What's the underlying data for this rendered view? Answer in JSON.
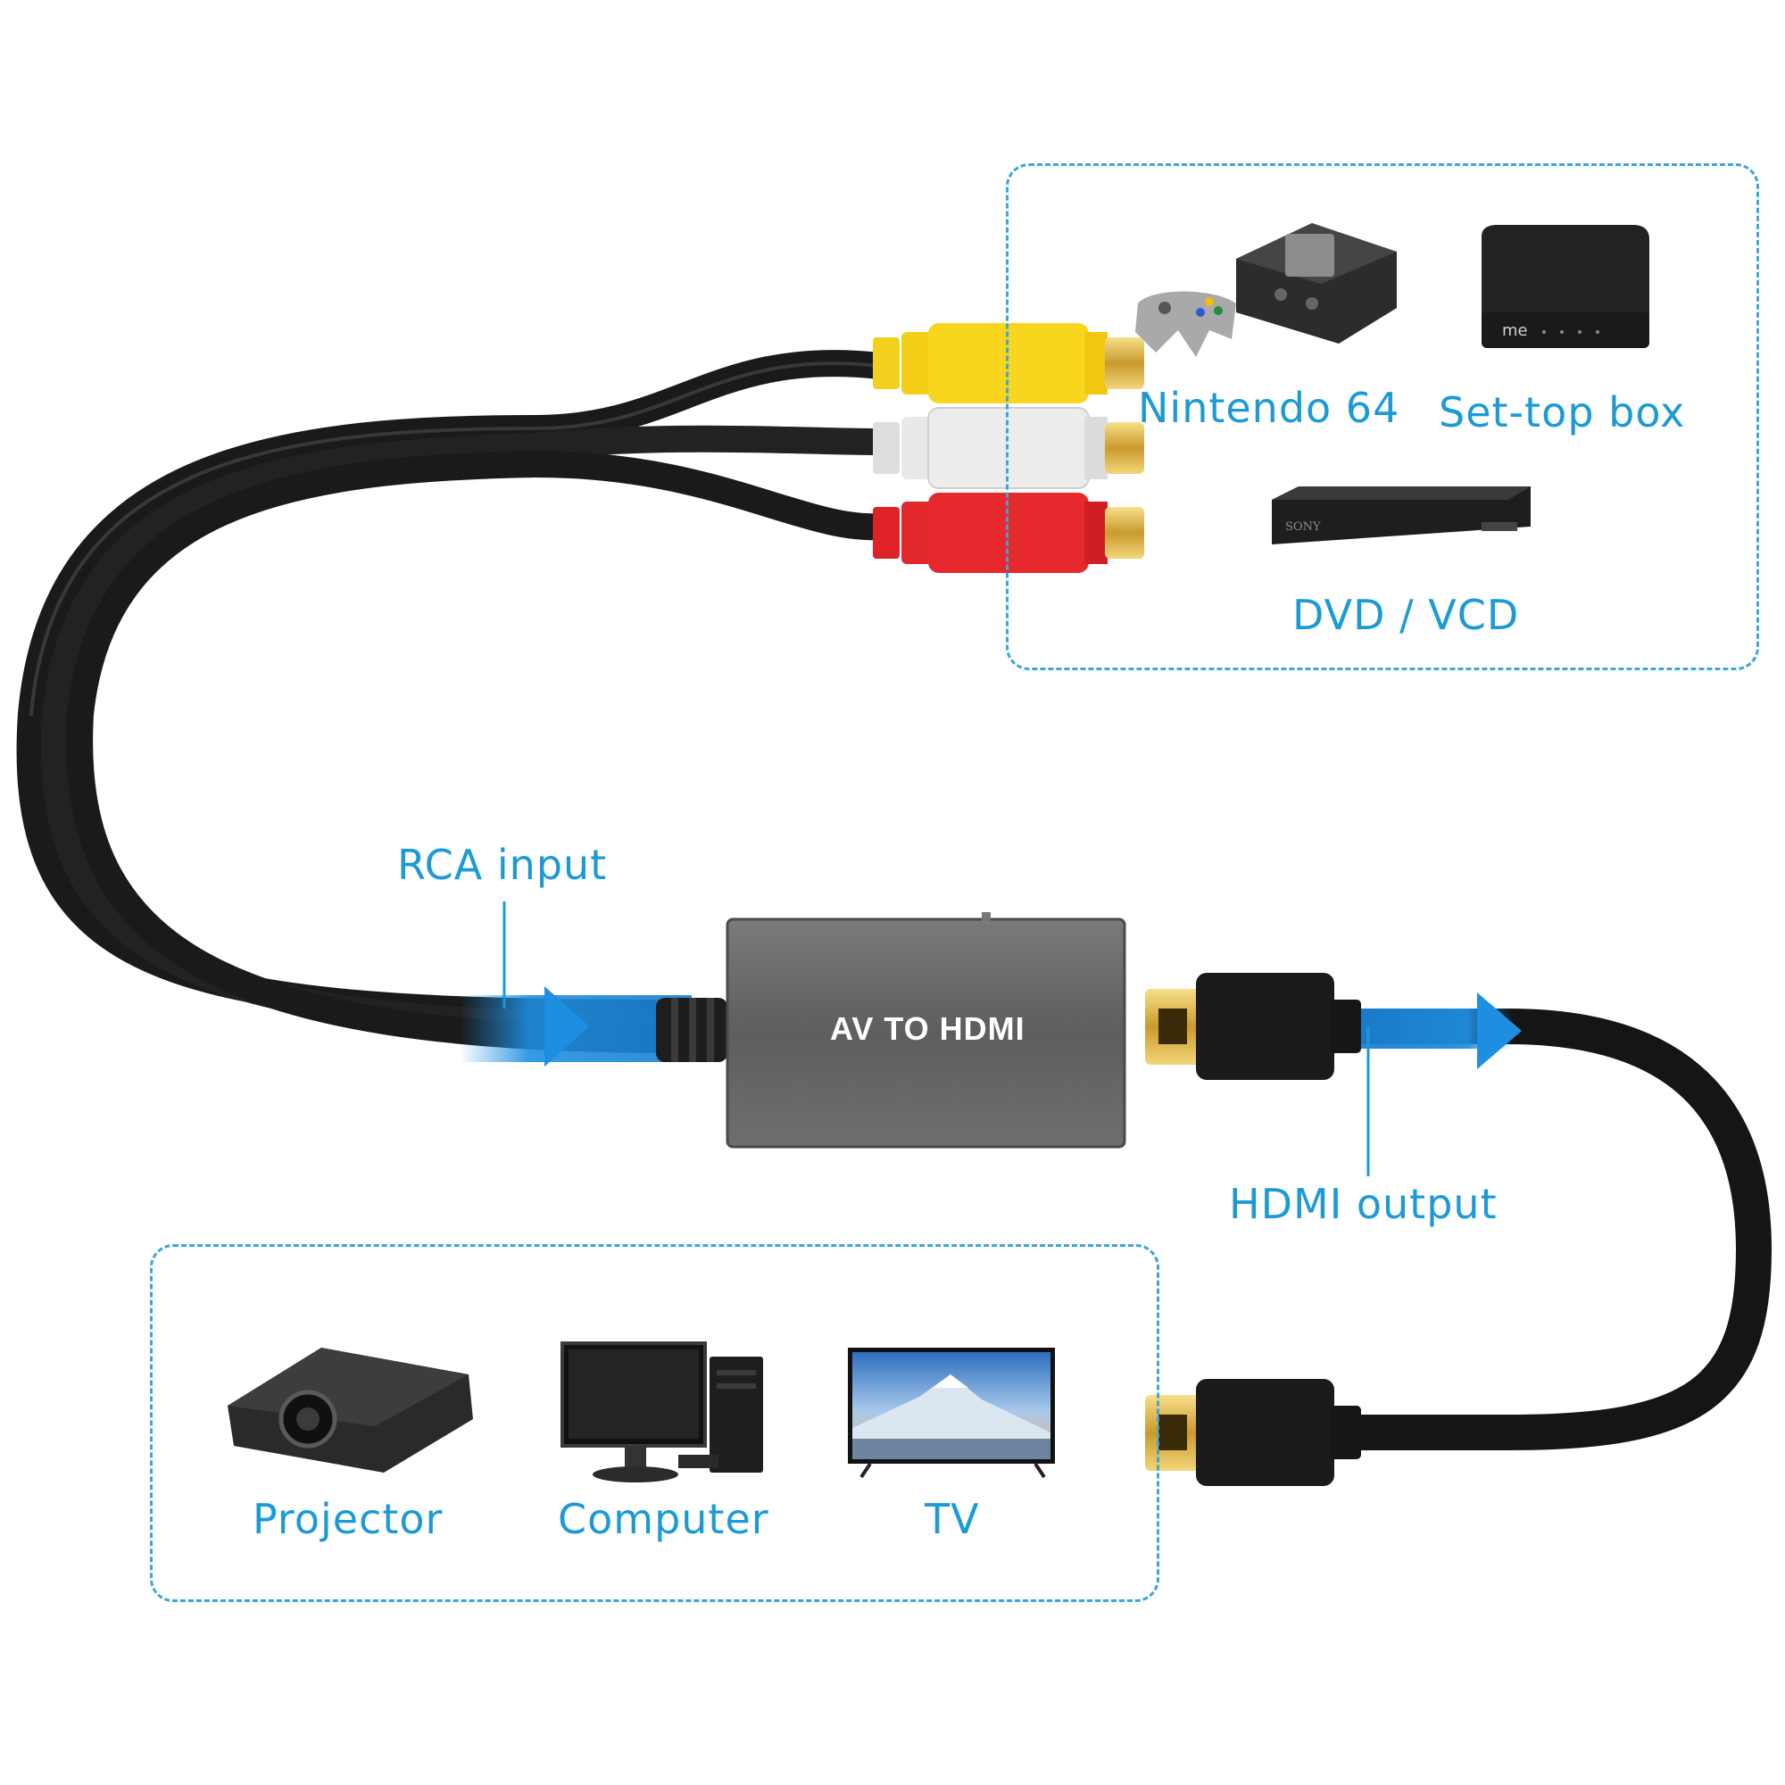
{
  "converter": {
    "label": "AV TO HDMI"
  },
  "callouts": {
    "rca_input": "RCA input",
    "hdmi_output": "HDMI output"
  },
  "sources": [
    {
      "label": "Nintendo 64",
      "icon": "game-console-icon"
    },
    {
      "label": "Set-top box",
      "icon": "set-top-box-icon"
    },
    {
      "label": "DVD / VCD",
      "icon": "dvd-player-icon"
    }
  ],
  "displays": [
    {
      "label": "Projector",
      "icon": "projector-icon"
    },
    {
      "label": "Computer",
      "icon": "computer-icon"
    },
    {
      "label": "TV",
      "icon": "tv-icon"
    }
  ],
  "colors": {
    "accent": "#1c9ad6",
    "cable": "#1a1a1a",
    "rca_yellow": "#f6d31c",
    "rca_white": "#e6e6e6",
    "rca_red": "#e3262a",
    "converter": "#6a6a6a"
  }
}
